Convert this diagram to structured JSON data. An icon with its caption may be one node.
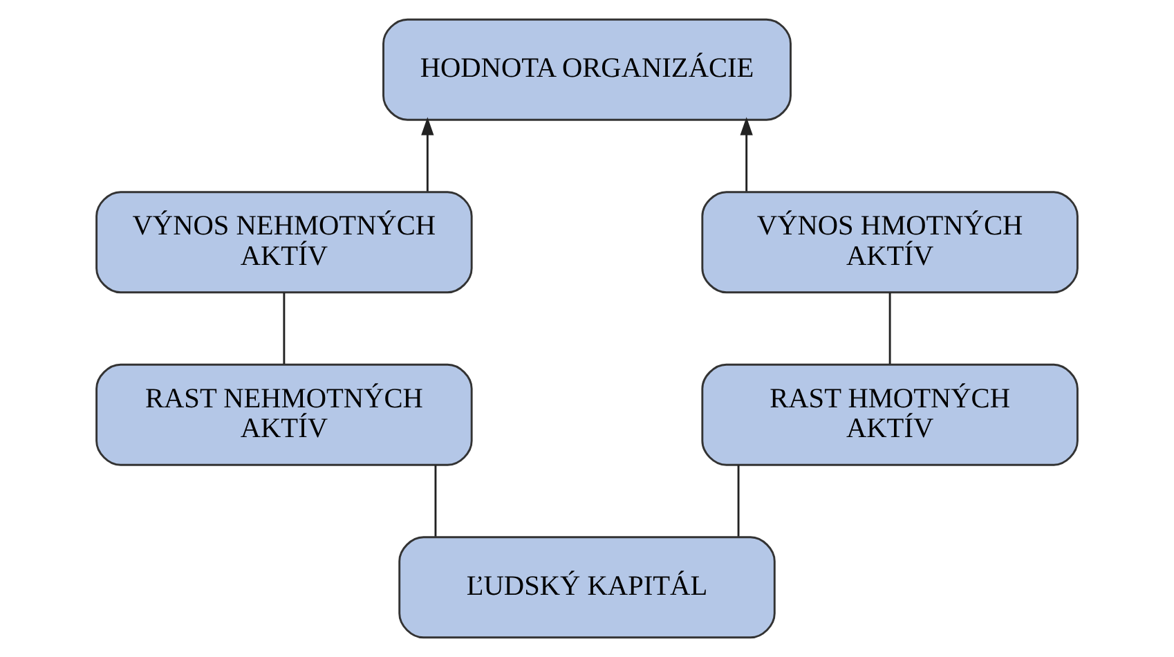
{
  "diagram": {
    "nodes": [
      {
        "text": [
          "HODNOTA ORGANIZÁCIE"
        ]
      },
      {
        "text": [
          "VÝNOS NEHMOTNÝCH AKTÍV"
        ]
      },
      {
        "text": [
          "VÝNOS HMOTNÝCH AKTÍV"
        ]
      },
      {
        "text": [
          "RAST NEHMOTNÝCH AKTÍV"
        ]
      },
      {
        "text": [
          "RAST HMOTNÝCH AKTÍV"
        ]
      },
      {
        "text": [
          "ĽUDSKÝ KAPITÁL"
        ]
      }
    ],
    "edges": [
      {
        "from": 5,
        "to": 3,
        "arrow": "none"
      },
      {
        "from": 3,
        "to": 1,
        "arrow": "none"
      },
      {
        "from": 1,
        "to": 0,
        "arrow": "to"
      },
      {
        "from": 5,
        "to": 4,
        "arrow": "none"
      },
      {
        "from": 4,
        "to": 2,
        "arrow": "none"
      },
      {
        "from": 2,
        "to": 0,
        "arrow": "to"
      }
    ]
  }
}
